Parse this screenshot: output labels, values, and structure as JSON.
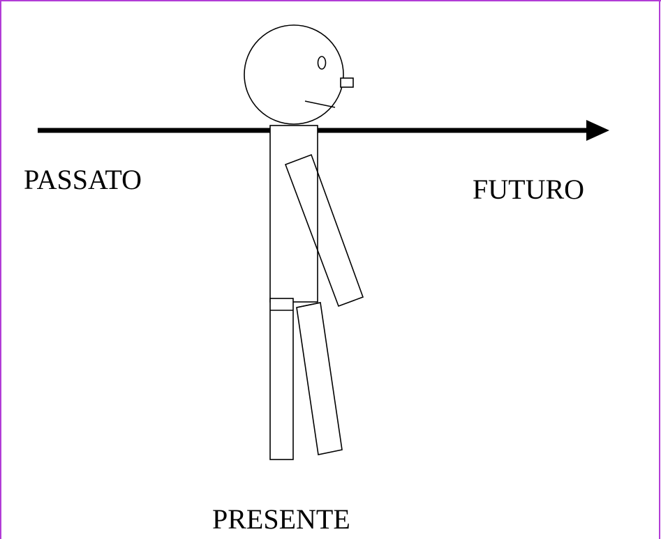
{
  "colors": {
    "border": "#b23cd6",
    "ink": "#000000",
    "background": "#ffffff"
  },
  "labels": {
    "past": "PASSATO",
    "future": "FUTURO",
    "present": "PRESENTE"
  },
  "figure": {
    "description_icon": "stick-figure-icon",
    "arrow_icon": "timeline-arrow-icon"
  }
}
